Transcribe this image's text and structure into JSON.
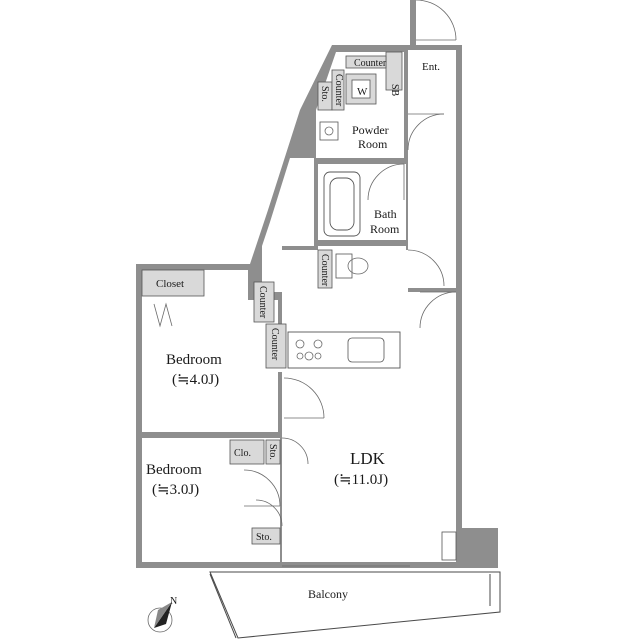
{
  "rooms": {
    "entrance": "Ent.",
    "shoe_box": "SB",
    "washer": "W",
    "powder_room": [
      "Powder",
      "Room"
    ],
    "bath_room": [
      "Bath",
      "Room"
    ],
    "bedroom_1": {
      "name": "Bedroom",
      "size": "(≒4.0J)"
    },
    "bedroom_2": {
      "name": "Bedroom",
      "size": "(≒3.0J)"
    },
    "ldk": {
      "name": "LDK",
      "size": "(≒11.0J)"
    },
    "balcony": "Balcony"
  },
  "storage": {
    "closet": "Closet",
    "closet_small": "Clo.",
    "sto_labels": [
      "Sto.",
      "Sto.",
      "Sto."
    ],
    "counter_labels": [
      "Counter",
      "Counter",
      "Counter",
      "Counter",
      "Counter"
    ]
  },
  "compass": {
    "label": "N"
  }
}
